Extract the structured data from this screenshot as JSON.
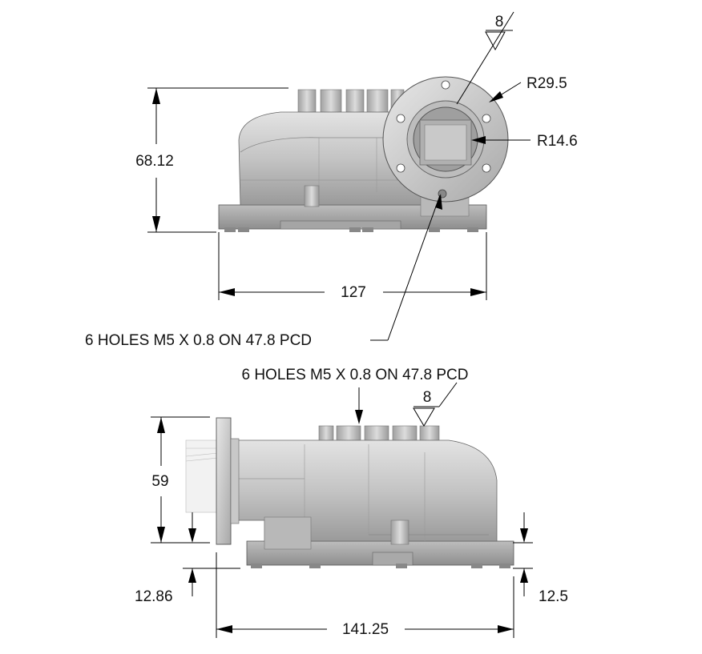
{
  "top_view": {
    "height_dim": "68.12",
    "width_dim": "127",
    "outer_radius": "R29.5",
    "inner_radius": "R14.6",
    "weld_size": "8",
    "holes_note": "6 HOLES M5 X 0.8 ON 47.8 PCD"
  },
  "side_view": {
    "holes_note": "6 HOLES M5 X 0.8 ON 47.8 PCD",
    "weld_size": "8",
    "height_dim": "59",
    "left_offset_dim": "12.86",
    "right_offset_dim": "12.5",
    "width_dim": "141.25"
  },
  "colors": {
    "body_light": "#d6d6d6",
    "body_mid": "#b3b3b3",
    "body_dark": "#8c8c8c",
    "line": "#000000"
  }
}
